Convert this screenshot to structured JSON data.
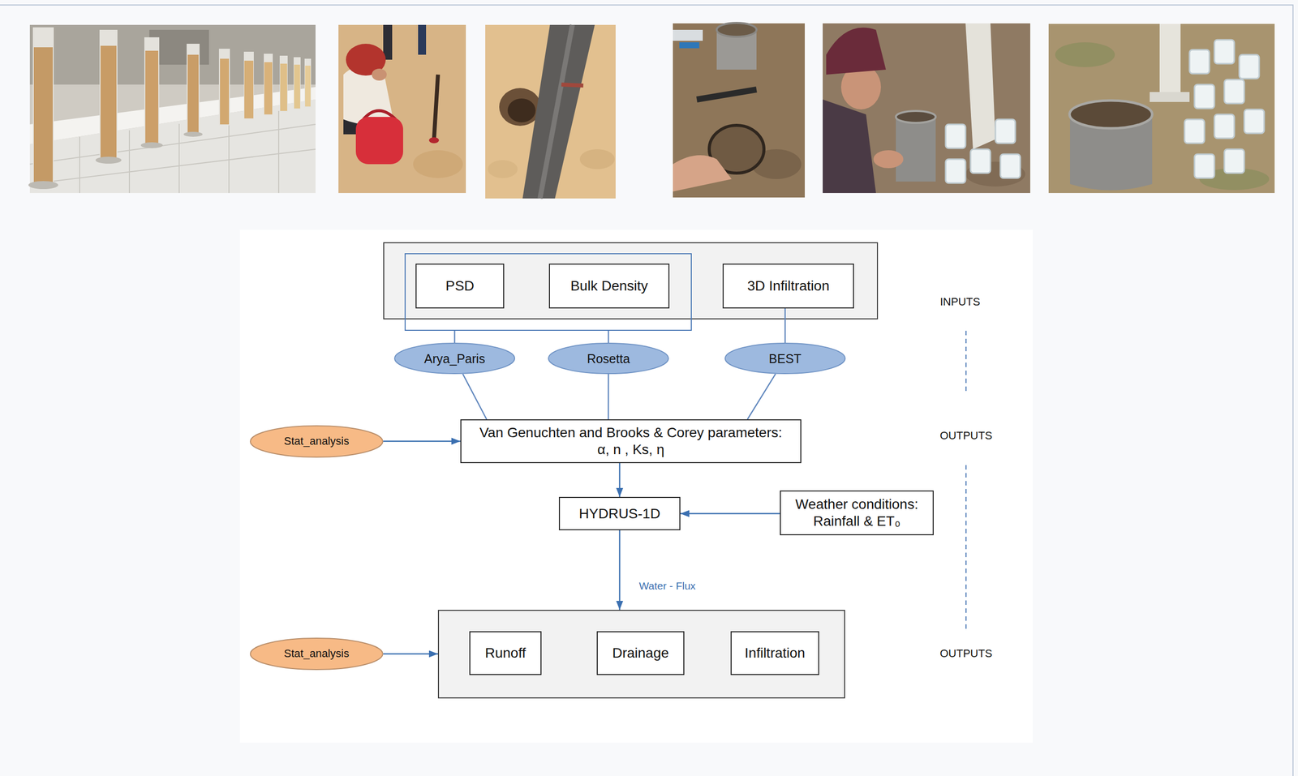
{
  "diagram": {
    "nodes": [
      {
        "text": []
      },
      {
        "text": [],
        "in": 0
      },
      {
        "text": [
          "PSD"
        ],
        "in": 1
      },
      {
        "text": [
          "Bulk Density"
        ],
        "in": 1
      },
      {
        "text": [
          "3D Infiltration"
        ],
        "in": 0
      },
      {
        "text": [
          "Arya_Paris"
        ]
      },
      {
        "text": [
          "Rosetta"
        ]
      },
      {
        "text": [
          "BEST"
        ]
      },
      {
        "text": [
          "Stat_analysis"
        ]
      },
      {
        "text": [
          "Van Genuchten and Brooks & Corey parameters: α, n , Ks, η"
        ]
      },
      {
        "text": [
          "HYDRUS-1D"
        ]
      },
      {
        "text": [
          "Weather conditions: Rainfall & ET₀"
        ]
      },
      {
        "text": [
          "Stat_analysis"
        ]
      },
      {
        "text": []
      },
      {
        "text": [
          "Runoff"
        ],
        "in": 13
      },
      {
        "text": [
          "Drainage"
        ],
        "in": 13
      },
      {
        "text": [
          "Infiltration"
        ],
        "in": 13
      }
    ],
    "edges": [
      {
        "from": 1,
        "to": 5,
        "arrow": "none"
      },
      {
        "from": 1,
        "to": 6,
        "arrow": "none"
      },
      {
        "from": 4,
        "to": 7,
        "arrow": "none"
      },
      {
        "from": 5,
        "to": 9,
        "arrow": "none"
      },
      {
        "from": 6,
        "to": 9,
        "arrow": "none"
      },
      {
        "from": 7,
        "to": 9,
        "arrow": "none"
      },
      {
        "from": 8,
        "to": 9,
        "arrow": "to"
      },
      {
        "from": 9,
        "to": 10,
        "arrow": "to"
      },
      {
        "from": 11,
        "to": 10,
        "arrow": "to"
      },
      {
        "from": 10,
        "to": 13,
        "label": "Water - Flux",
        "arrow": "to"
      },
      {
        "from": 12,
        "to": 13,
        "arrow": "to"
      }
    ],
    "labels": [
      "INPUTS",
      "OUTPUTS",
      "OUTPUTS"
    ]
  }
}
